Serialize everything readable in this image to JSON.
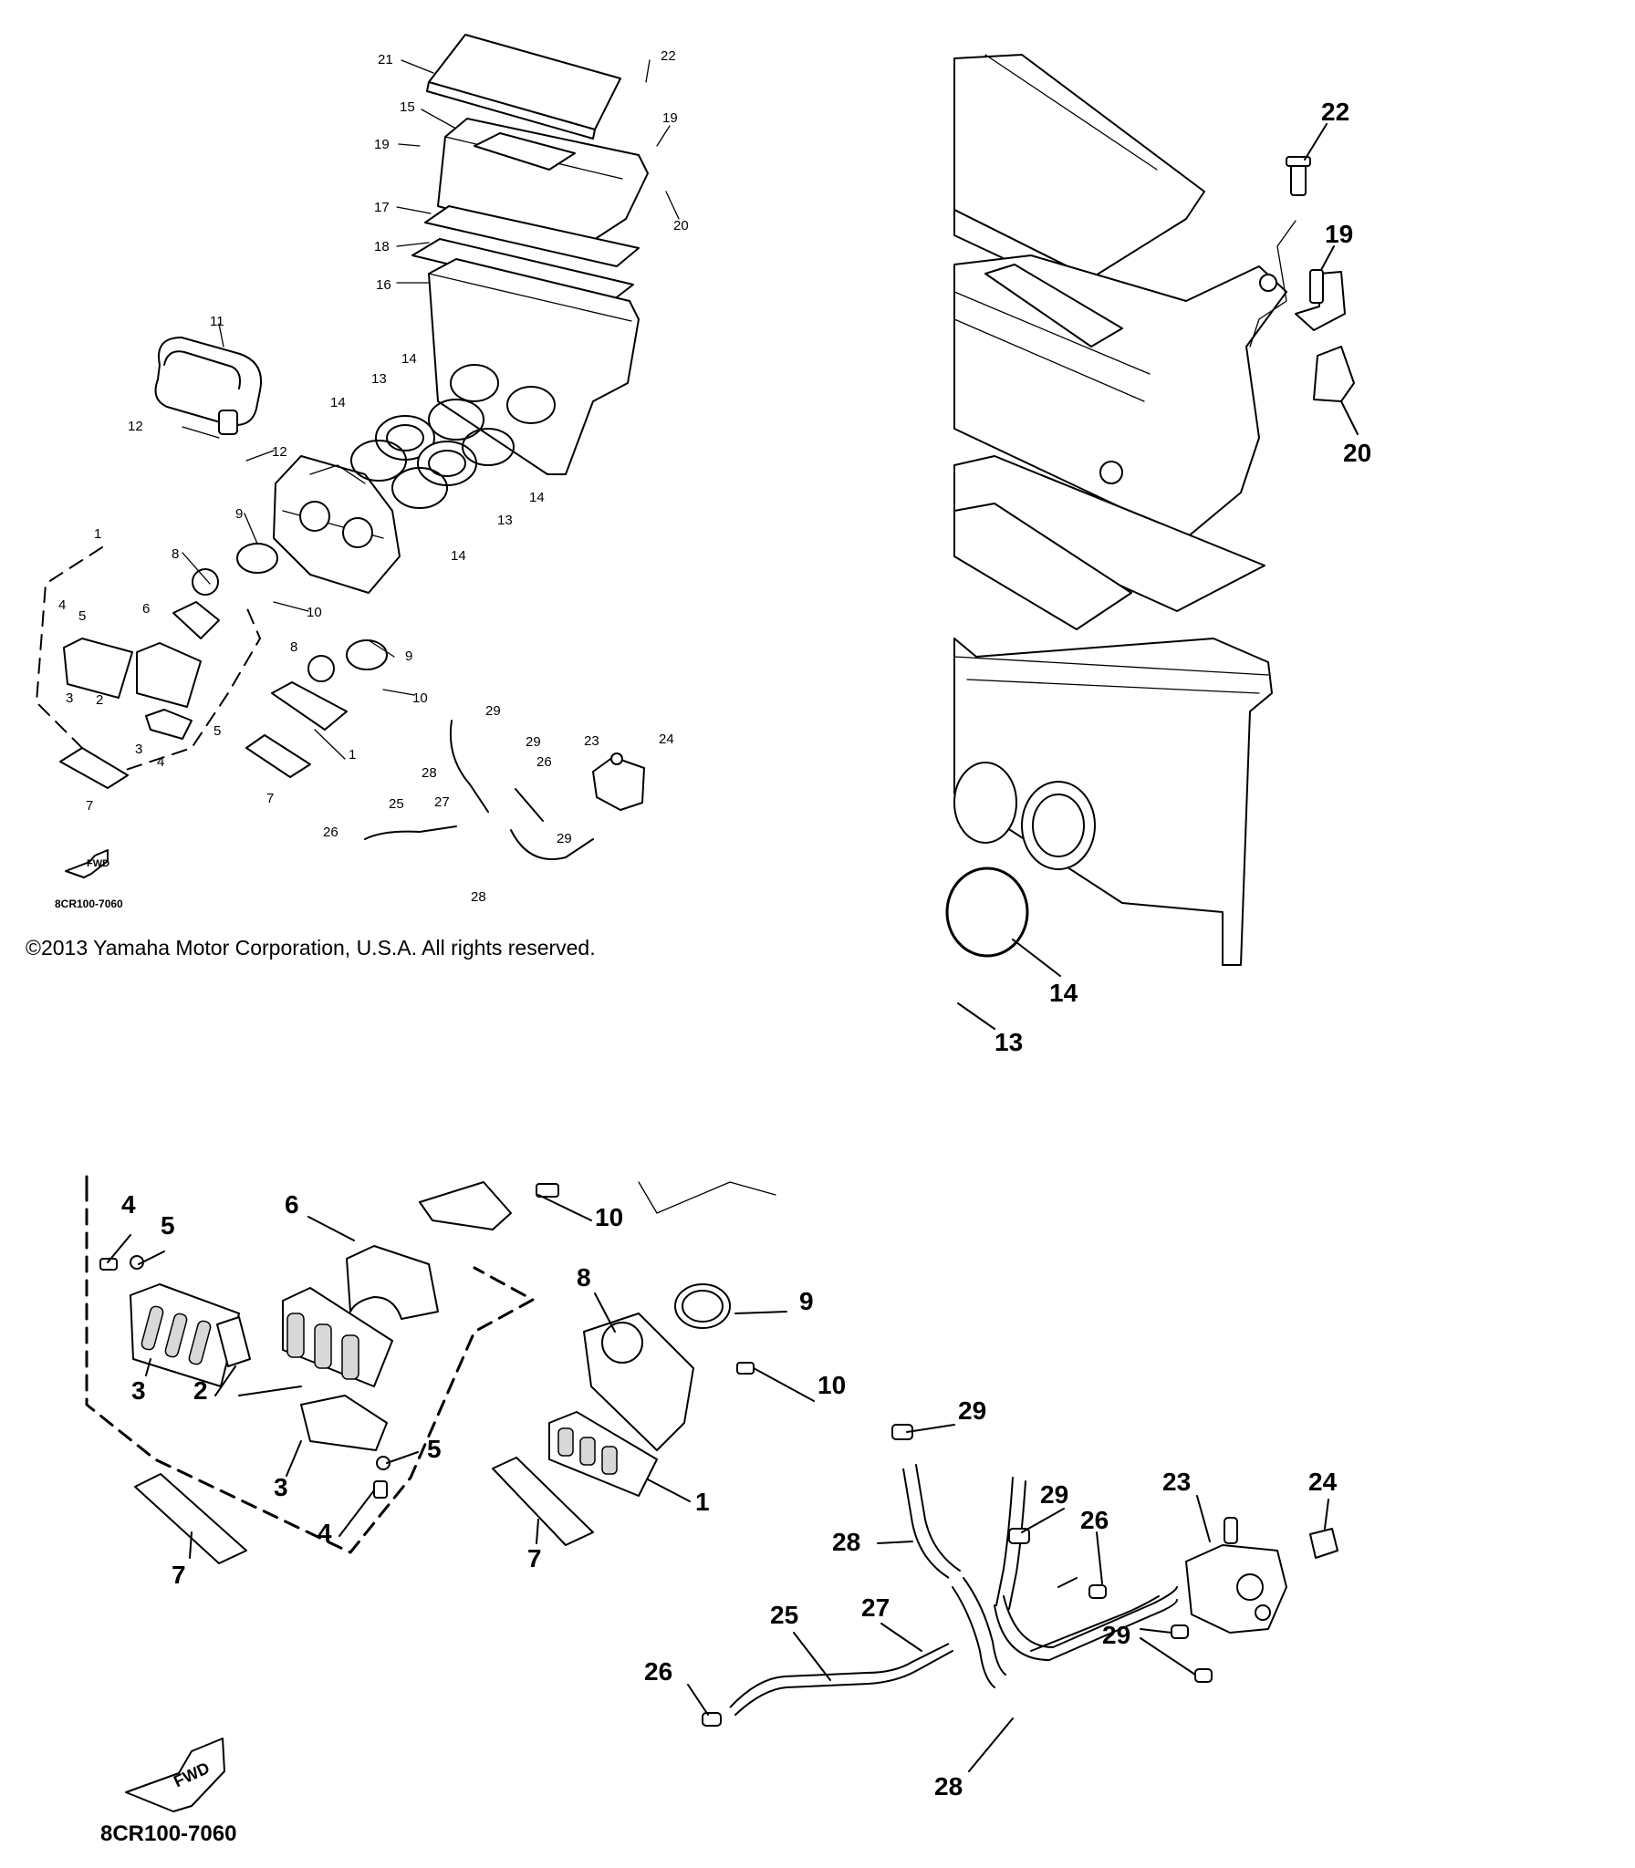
{
  "copyright": "©2013 Yamaha Motor Corporation, U.S.A. All rights reserved.",
  "diagram_code": "8CR100-7060",
  "fwd_label": "FWD",
  "overview_callouts": {
    "c1": "1",
    "c2": "2",
    "c3a": "3",
    "c3b": "3",
    "c4a": "4",
    "c4b": "4",
    "c5a": "5",
    "c5b": "5",
    "c6": "6",
    "c7a": "7",
    "c7b": "7",
    "c8a": "8",
    "c8b": "8",
    "c9a": "9",
    "c9b": "9",
    "c10a": "10",
    "c10b": "10",
    "c11": "11",
    "c12a": "12",
    "c12b": "12",
    "c13a": "13",
    "c13b": "13",
    "c14a": "14",
    "c14b": "14",
    "c14c": "14",
    "c14d": "14",
    "c15": "15",
    "c16": "16",
    "c17": "17",
    "c18": "18",
    "c19a": "19",
    "c19b": "19",
    "c20": "20",
    "c21": "21",
    "c22": "22",
    "c23": "23",
    "c24": "24",
    "c25": "25",
    "c26a": "26",
    "c26b": "26",
    "c27": "27",
    "c28a": "28",
    "c28b": "28",
    "c29a": "29",
    "c29b": "29",
    "c29c": "29"
  },
  "airbox_callouts": {
    "c22": "22",
    "c19": "19",
    "c20": "20",
    "c14": "14",
    "c13": "13"
  },
  "intake_callouts": {
    "c4a": "4",
    "c5a": "5",
    "c6": "6",
    "c3a": "3",
    "c2": "2",
    "c3b": "3",
    "c5b": "5",
    "c4b": "4",
    "c7a": "7",
    "c7b": "7",
    "c8": "8",
    "c9": "9",
    "c10a": "10",
    "c10b": "10",
    "c1": "1",
    "c29a": "29",
    "c29b": "29",
    "c29c": "29",
    "c28a": "28",
    "c28b": "28",
    "c26a": "26",
    "c26b": "26",
    "c23": "23",
    "c24": "24",
    "c25": "25",
    "c27": "27"
  }
}
